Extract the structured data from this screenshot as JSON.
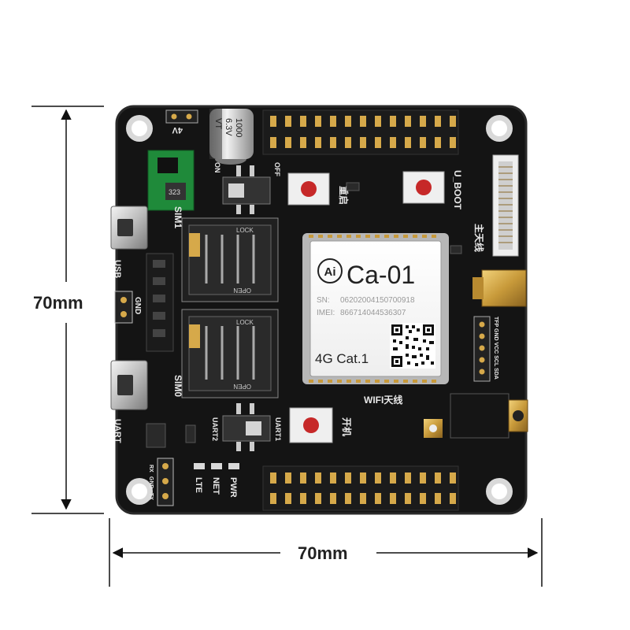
{
  "dimensions": {
    "height": "70mm",
    "width": "70mm"
  },
  "module": {
    "logo": "Ai",
    "name": "Ca-01",
    "sn_label": "SN:",
    "sn_value": "06202004150700918",
    "imei_label": "IMEI:",
    "imei_value": "866714044536307",
    "category": "4G Cat.1"
  },
  "silkscreen": {
    "power_4v": "4V",
    "cap_1000": "1000",
    "cap_6v3": "6.3V",
    "cap_vt": "VT",
    "on": "ON",
    "off": "OFF",
    "reset_cn": "重启",
    "uboot": "U_BOOT",
    "main_antenna_cn": "主天线",
    "sim1": "SIM1",
    "sim0": "SIM0",
    "usb": "USB",
    "gnd": "GND",
    "uart": "UART",
    "lock": "LOCK",
    "open": "OPEN",
    "wifi_antenna": "WIFI天线",
    "power_on_cn": "开机",
    "uart2": "UART2",
    "uart1": "UART1",
    "lte": "LTE",
    "net": "NET",
    "pwr": "PWR",
    "rx": "RX",
    "gnd2": "GND",
    "tx": "TX",
    "pins_right": "TFP  GND  VCC  SCL  SDA",
    "ic_323": "323"
  },
  "colors": {
    "background": "#ffffff",
    "pcb": "#141414",
    "green_board": "#1f8a3a",
    "gold": "#c89a3a",
    "red_button": "#c62828"
  }
}
